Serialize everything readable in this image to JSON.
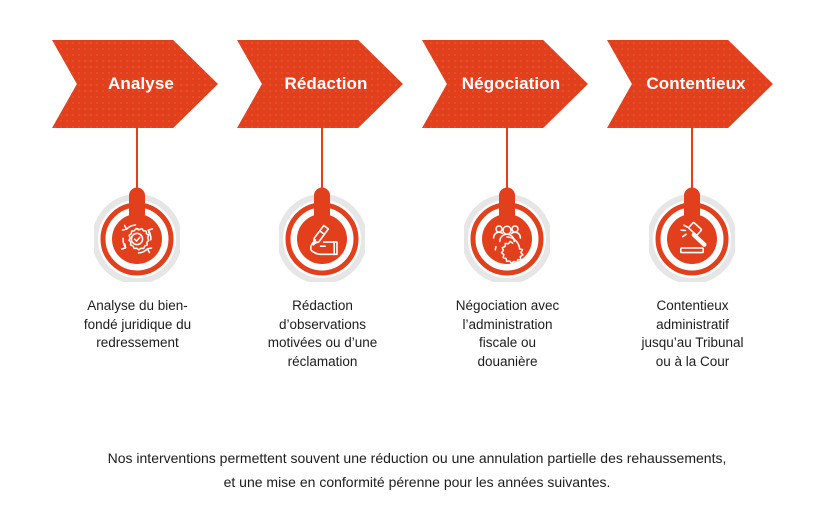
{
  "theme": {
    "accent": "#E2401C",
    "ring_outer": "#E6E6E6",
    "text": "#1c1c1c",
    "background": "#ffffff",
    "banner_text": "#ffffff"
  },
  "steps": [
    {
      "title": "Analyse",
      "icon": "gear-check-cycle-icon",
      "caption": "Analyse du bien-\nfondé juridique du\nredressement"
    },
    {
      "title": "Rédaction",
      "icon": "hand-writing-pen-icon",
      "caption": "Rédaction\nd’observations\nmotivées ou d’une\nréclamation"
    },
    {
      "title": "Négociation",
      "icon": "people-gear-icon",
      "caption": "Négociation avec\nl’administration\nfiscale ou\ndouanière"
    },
    {
      "title": "Contentieux",
      "icon": "gavel-icon",
      "caption": "Contentieux\nadministratif\njusqu’au Tribunal\nou à la Cour"
    }
  ],
  "footer": {
    "text": "Nos interventions permettent souvent une réduction ou une annulation partielle des rehaussements,\net une mise en conformité pérenne pour les années suivantes."
  }
}
